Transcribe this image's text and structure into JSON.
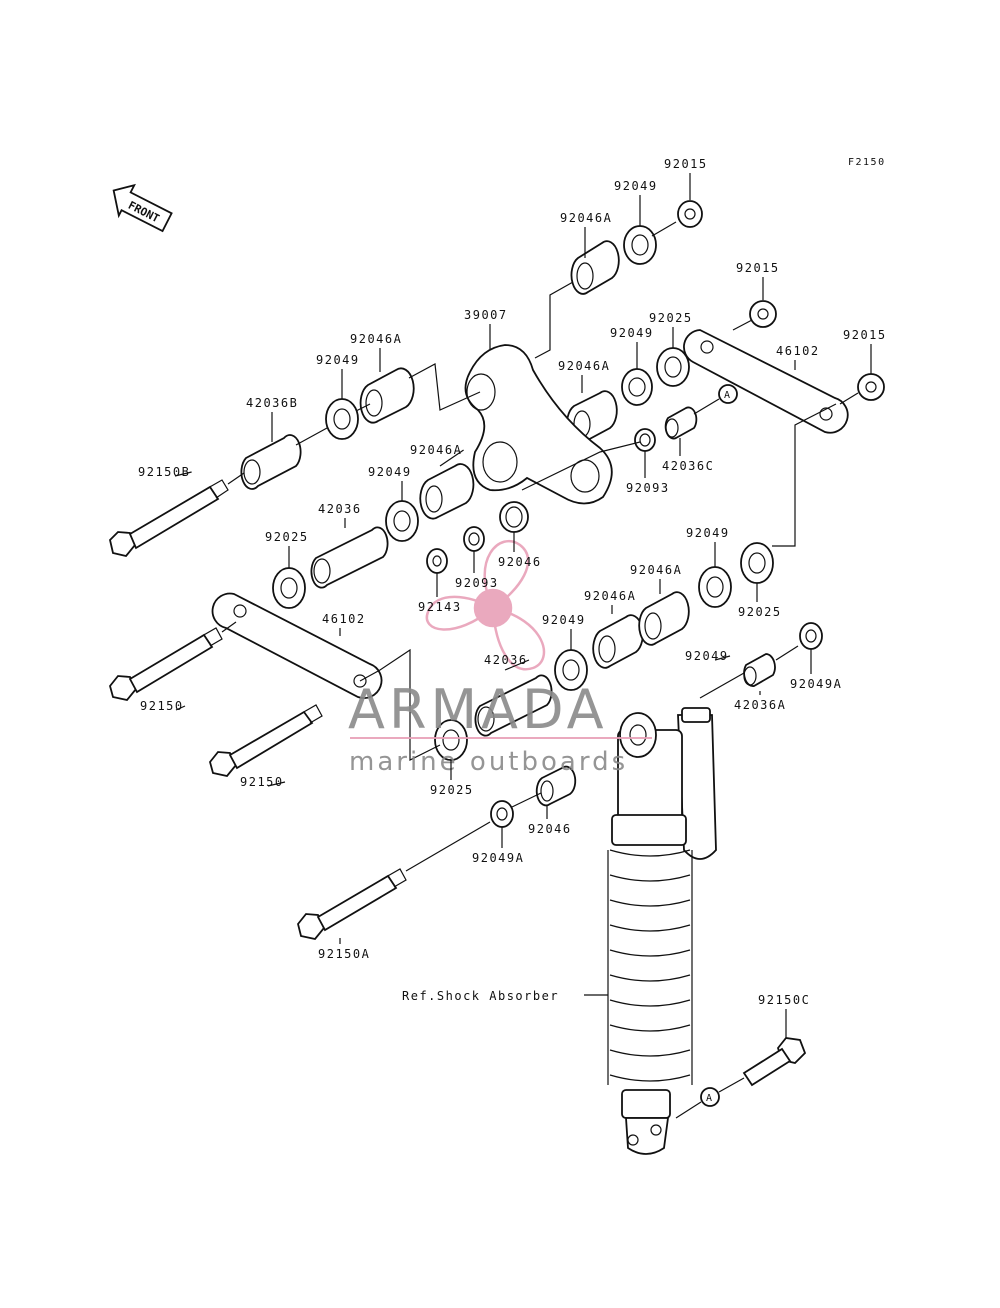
{
  "figure_code": "F2150",
  "front_badge": "FRONT",
  "ref_label": "Ref.Shock Absorber",
  "watermark": {
    "brand": "ARMADA",
    "tagline": "marine outboards",
    "accent_color": "#e8a0b8"
  },
  "part_labels": [
    "92015",
    "92049",
    "92046A",
    "92015",
    "39007",
    "92049",
    "92025",
    "92046A",
    "92049",
    "92015",
    "46102",
    "92046A",
    "42036B",
    "92049",
    "42036C",
    "92046A",
    "92093",
    "92150B",
    "92049",
    "42036",
    "92046",
    "92025",
    "92093",
    "92049",
    "92143",
    "92046A",
    "92025",
    "46102",
    "92046A",
    "92049",
    "42036",
    "92049A",
    "92150",
    "42036A",
    "92150",
    "92025",
    "92046",
    "92049A",
    "92150A",
    "92150C"
  ],
  "callout_letter": "A"
}
